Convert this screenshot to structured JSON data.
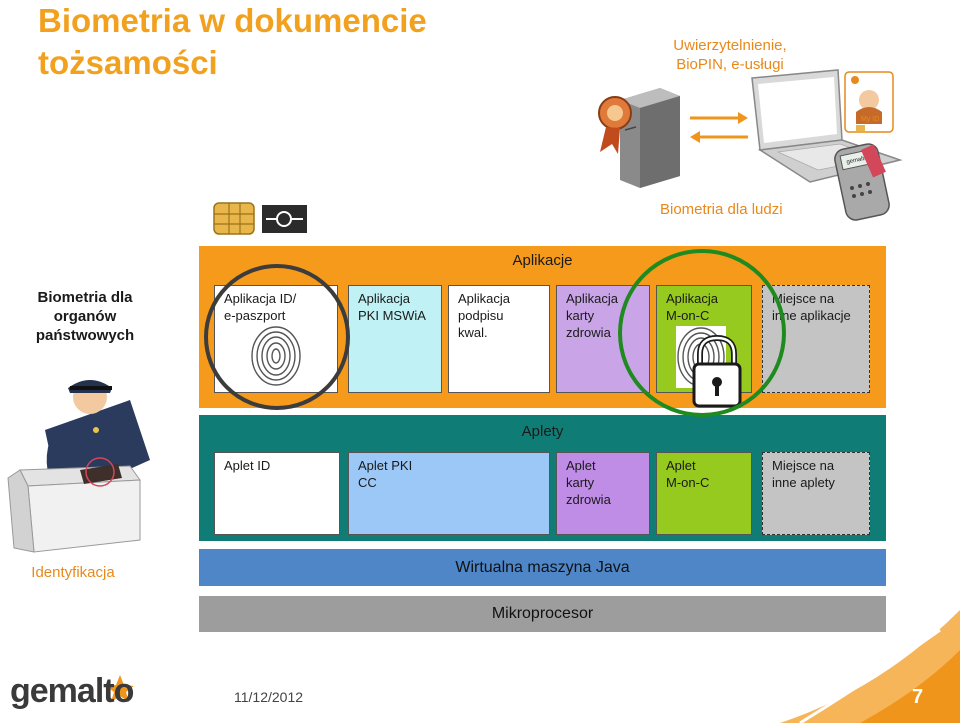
{
  "header": {
    "title_line1": "Biometria w dokumencie",
    "title_line2": "tożsamości",
    "top_right_line1": "Uwierzytelnienie,",
    "top_right_line2": "BioPIN, e-usługi",
    "bio_people": "Biometria dla ludzi",
    "my_id": "My ID",
    "card_brand": "gemalto"
  },
  "left": {
    "gov_line1": "Biometria dla",
    "gov_line2": "organów",
    "gov_line3": "państwowych",
    "ident": "Identyfikacja"
  },
  "apps": {
    "title": "Aplikacje",
    "items": [
      {
        "line1": "Aplikacja ID/",
        "line2": "e-paszport",
        "line3": ""
      },
      {
        "line1": "Aplikacja",
        "line2": "PKI MSWiA",
        "line3": ""
      },
      {
        "line1": "Aplikacja",
        "line2": "podpisu",
        "line3": "kwal."
      },
      {
        "line1": "Aplikacja",
        "line2": "karty",
        "line3": "zdrowia"
      },
      {
        "line1": "Aplikacja",
        "line2": "M-on-C",
        "line3": ""
      },
      {
        "line1": "Miejsce na",
        "line2": "inne aplikacje",
        "line3": ""
      }
    ]
  },
  "aplety": {
    "title": "Aplety",
    "items": [
      {
        "line1": "Aplet ID",
        "line2": "",
        "line3": ""
      },
      {
        "line1": "Aplet PKI",
        "line2": "CC",
        "line3": ""
      },
      {
        "line1": "Aplet",
        "line2": "karty",
        "line3": "zdrowia"
      },
      {
        "line1": "Aplet",
        "line2": "M-on-C",
        "line3": ""
      },
      {
        "line1": "Miejsce na",
        "line2": "inne aplety",
        "line3": ""
      }
    ]
  },
  "stack": {
    "jvm": "Wirtualna maszyna Java",
    "microprocessor": "Mikroprocesor"
  },
  "footer": {
    "logo": "gemalto",
    "date": "11/12/2012",
    "page": "7"
  },
  "colors": {
    "accent_orange": "#f59a1a",
    "teal": "#0f7d76",
    "jvm_blue": "#4e86c8",
    "mp_grey": "#9d9d9d",
    "circle_dark": "#3c3c3c",
    "circle_green": "#1f8a1f"
  },
  "icons": [
    "chip-icon",
    "contactless-icon",
    "server-icon",
    "laptop-icon",
    "card-reader-icon",
    "fingerprint-icon",
    "padlock-icon",
    "officer-figure",
    "fingerprint-scanner-icon"
  ]
}
